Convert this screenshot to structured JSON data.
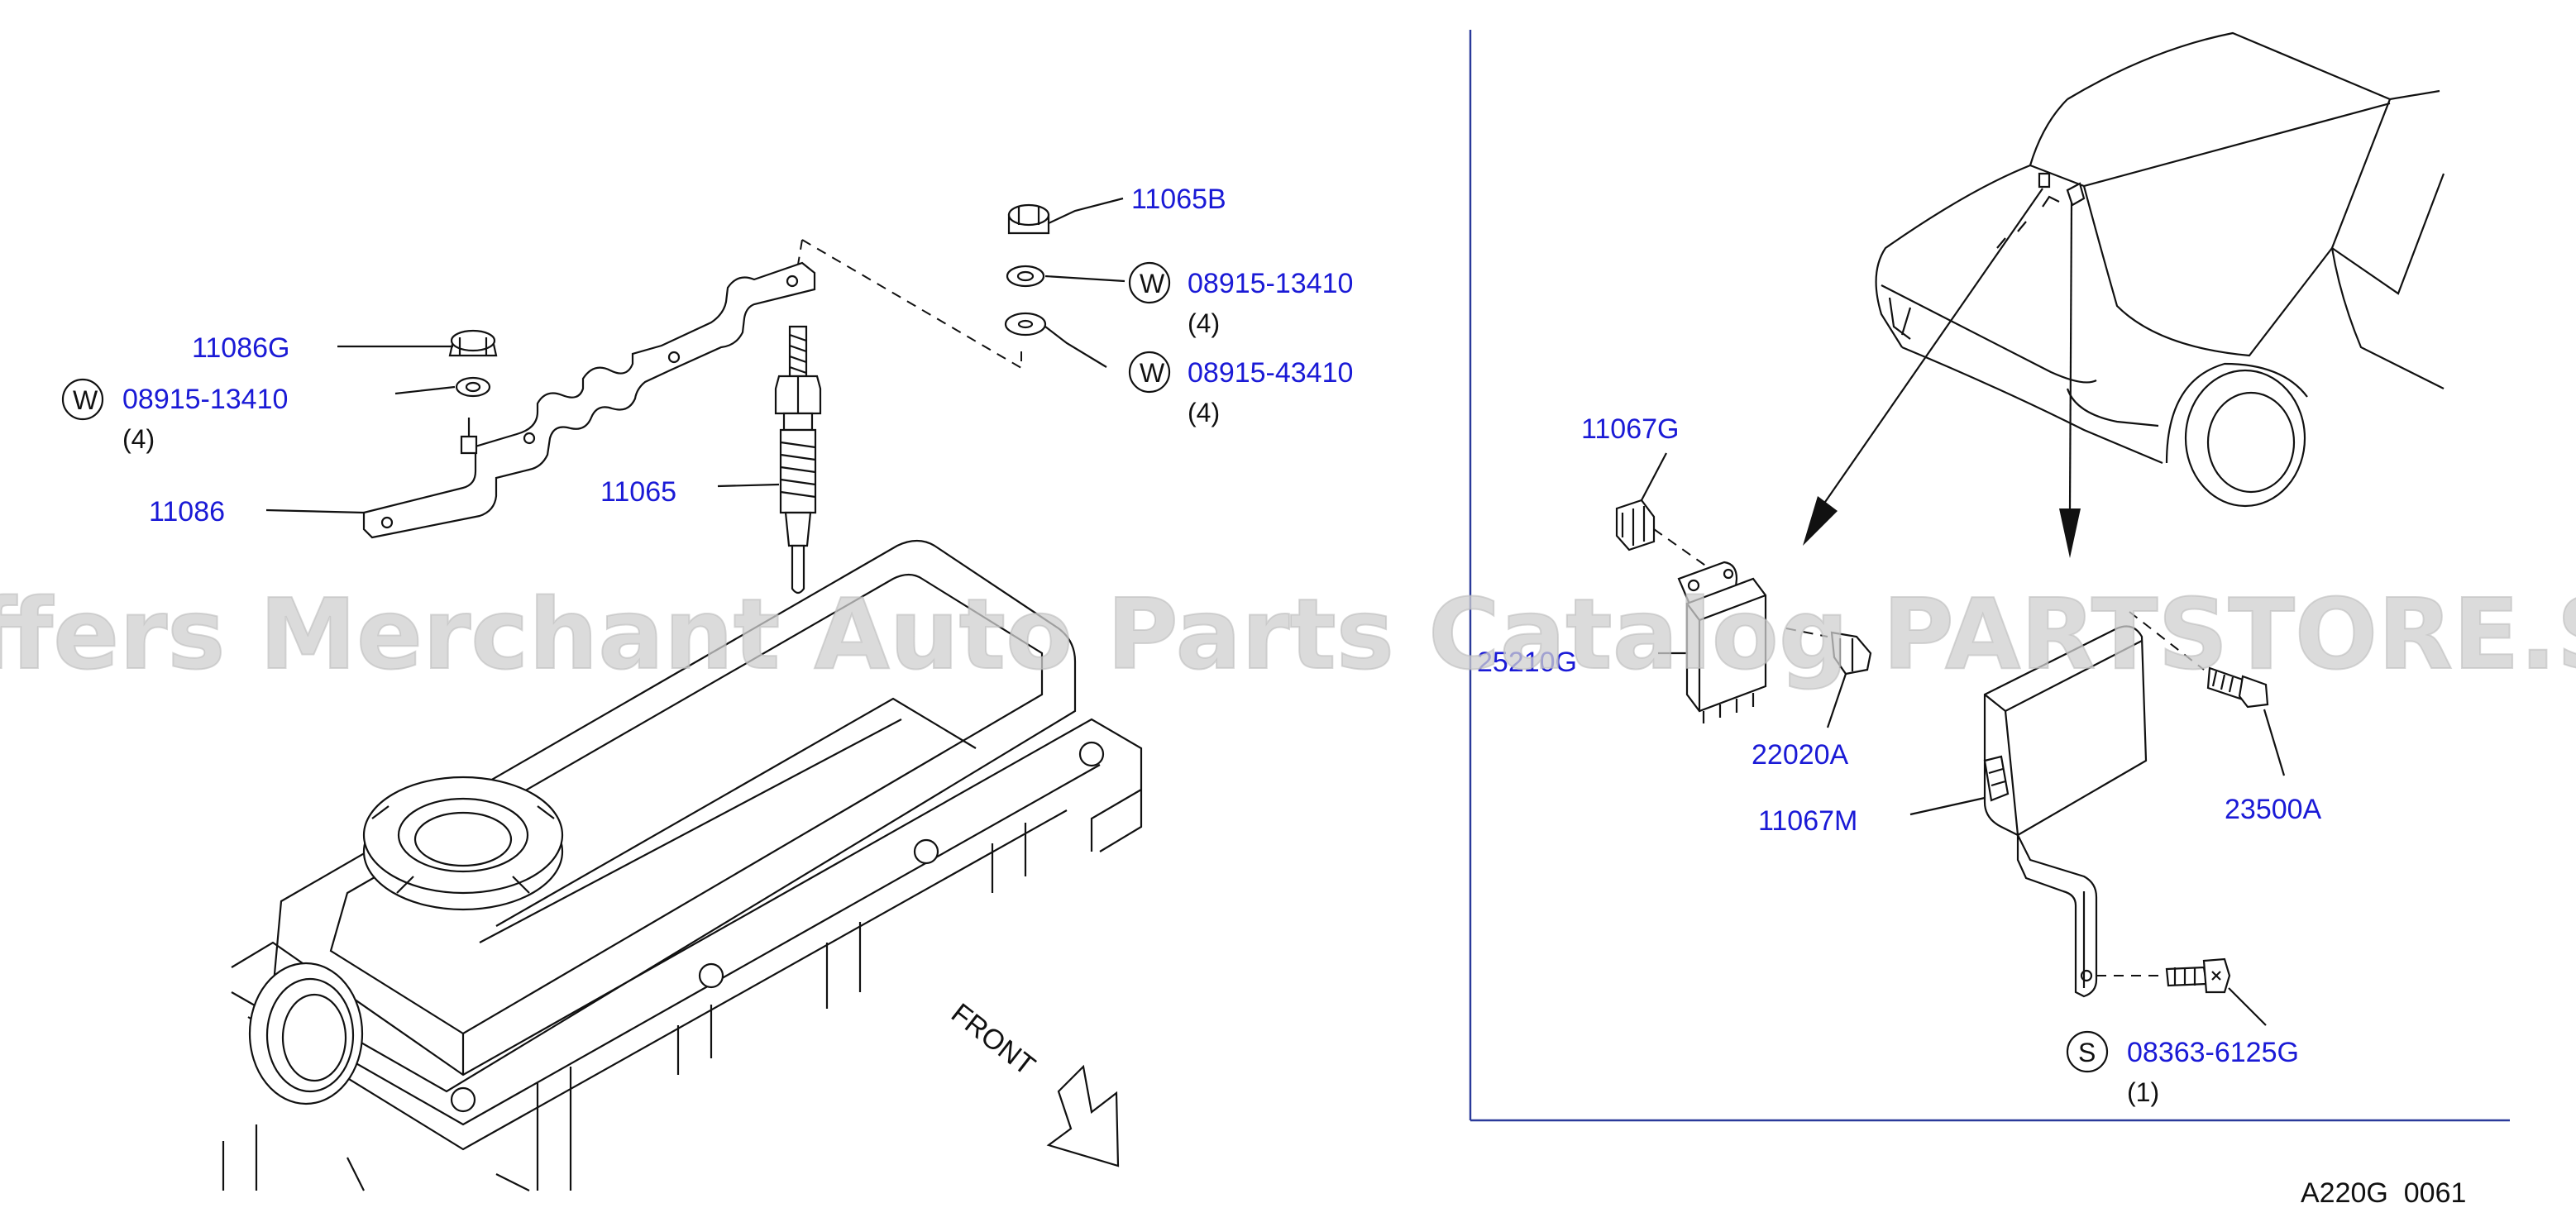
{
  "watermark": "Offers Merchant Auto Parts Catalog PARTSTORE.SA",
  "diagram_code": "A220G  0061",
  "front_label": "FRONT",
  "colors": {
    "label": "#1a1ad6",
    "line": "#111111",
    "frame": "#2a3a9a",
    "watermark": "#cfcfcf"
  },
  "left_parts": [
    {
      "part": "11065B"
    },
    {
      "part": "08915-13410",
      "symbol": "W",
      "qty": "(4)"
    },
    {
      "part": "08915-43410",
      "symbol": "W",
      "qty": "(4)"
    },
    {
      "part": "11086G"
    },
    {
      "part": "08915-13410",
      "symbol": "W",
      "qty": "(4)"
    },
    {
      "part": "11086"
    },
    {
      "part": "11065"
    }
  ],
  "right_parts": [
    {
      "part": "11067G"
    },
    {
      "part": "25210G"
    },
    {
      "part": "22020A"
    },
    {
      "part": "11067M"
    },
    {
      "part": "23500A"
    },
    {
      "part": "08363-6125G",
      "symbol": "S",
      "qty": "(1)"
    }
  ]
}
